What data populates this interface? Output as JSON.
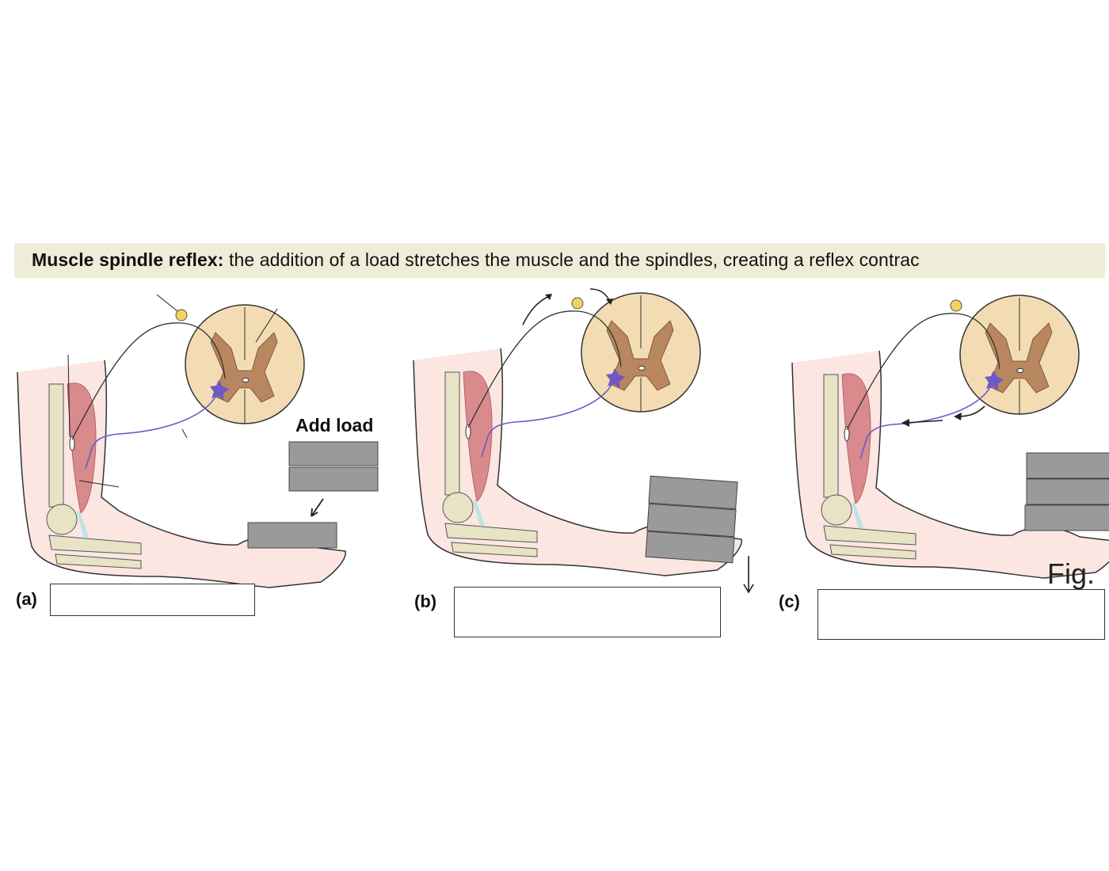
{
  "header": {
    "title_bold": "Muscle spindle reflex:",
    "title_rest": " the addition of a load stretches the muscle and the spindles, creating a reflex contrac"
  },
  "panels": [
    {
      "label": "(a)",
      "annotation": "Add load",
      "answer": ""
    },
    {
      "label": "(b)",
      "answer": ""
    },
    {
      "label": "(c)",
      "answer": ""
    }
  ],
  "figure_caption": "Fig.",
  "colors": {
    "banner": "#efecd8",
    "skin": "#fbe6e2",
    "muscle": "#d98a8c",
    "bone": "#e9e3c6",
    "white_matter": "#f3dcb3",
    "gray_matter": "#b8875f",
    "motor_neuron": "#6f58c4",
    "ganglion": "#f2d45a",
    "load": "#9a9a9a"
  }
}
